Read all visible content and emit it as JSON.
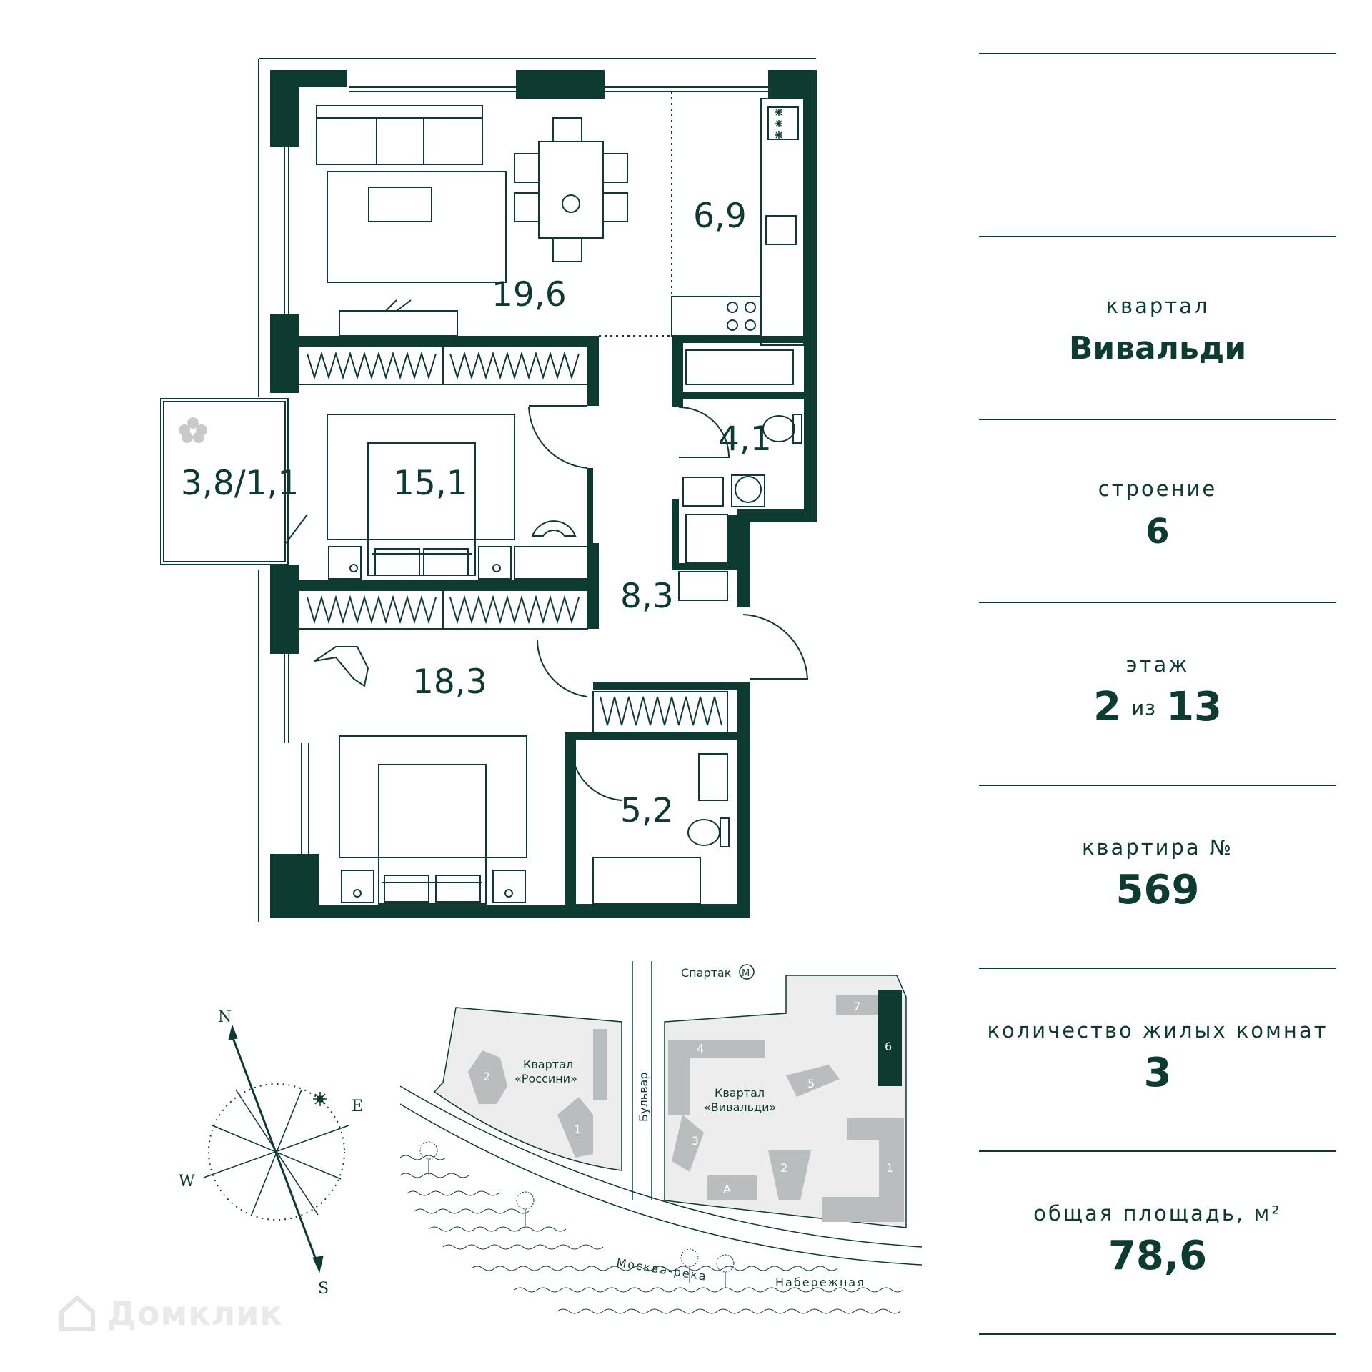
{
  "rooms": {
    "kitchen": "6,9",
    "living": "19,6",
    "bath1": "4,1",
    "balcony": "3,8/1,1",
    "bedroom1": "15,1",
    "hall": "8,3",
    "bedroom2": "18,3",
    "bath2": "5,2"
  },
  "map": {
    "metro_station": "Спартак",
    "metro_symbol": "M",
    "boulevard": "Бульвар",
    "river": "Москва-река",
    "embankment": "Набережная",
    "rossini_line1": "Квартал",
    "rossini_line2": "«Россини»",
    "vivaldi_line1": "Квартал",
    "vivaldi_line2": "«Вивальди»",
    "building_labels": {
      "r1": "1",
      "r2": "2",
      "v1": "1",
      "v2": "2",
      "v3": "3",
      "v4": "4",
      "v5": "5",
      "v6": "6",
      "v7": "7",
      "va": "А"
    }
  },
  "compass": {
    "n": "N",
    "e": "E",
    "s": "S",
    "w": "W"
  },
  "info": {
    "quarter_label": "квартал",
    "quarter_value": "Вивальди",
    "building_label": "строение",
    "building_value": "6",
    "floor_label": "этаж",
    "floor_value": "2",
    "floor_separator": "из",
    "floor_total": "13",
    "apartment_label": "квартира №",
    "apartment_value": "569",
    "rooms_label": "количество жилых комнат",
    "rooms_value": "3",
    "area_label": "общая площадь, м²",
    "area_value": "78,6"
  },
  "watermark": "Домклик",
  "colors": {
    "primary": "#0d3b30",
    "map_fill": "#ededed",
    "map_building": "#b9bdbd",
    "watermark": "#e9e9e9"
  }
}
